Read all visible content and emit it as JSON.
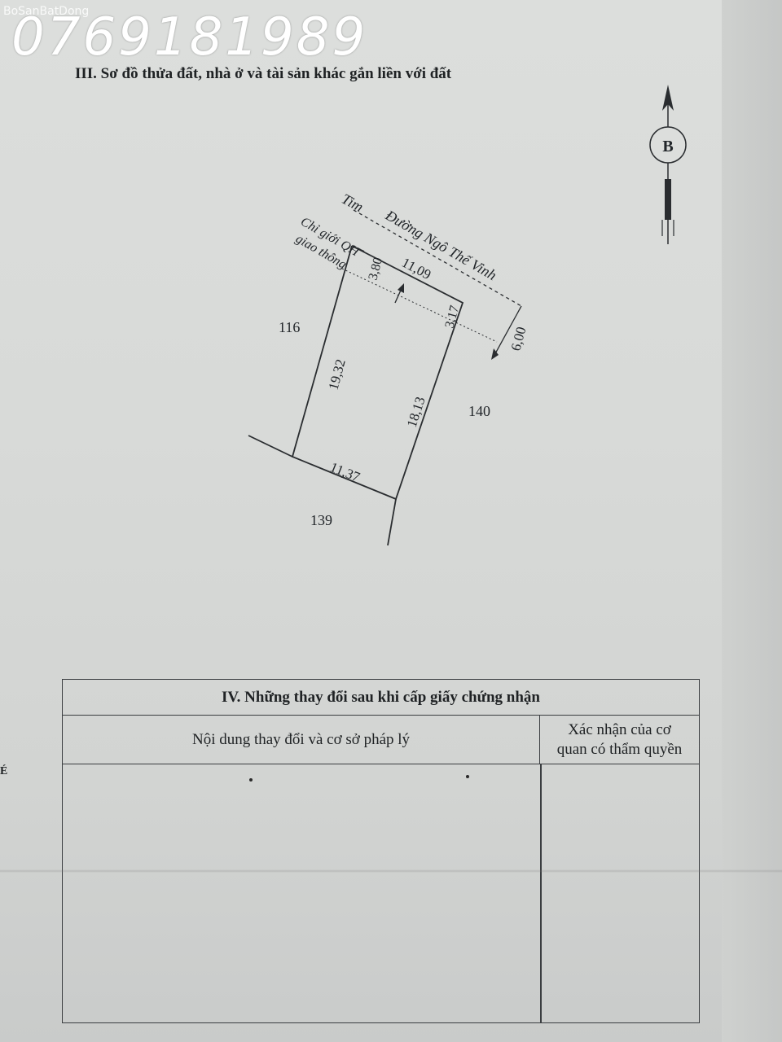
{
  "watermark": {
    "phone": "0769181989",
    "logo": "BoSanBatDong"
  },
  "section3": {
    "title": "III. Sơ đồ thửa đất, nhà ở và tài sản khác gắn liền với đất"
  },
  "compass": {
    "north_letter": "B"
  },
  "plot": {
    "road_center_label": "Tim",
    "road_name": "Đường Ngô Thế Vinh",
    "planning_boundary_line1": "Chỉ giới QH",
    "planning_boundary_line2": "giao thông",
    "dim_road_front": "11,09",
    "dim_left_setback": "3,80",
    "dim_right_setback": "3,17",
    "dim_road_width": "6,00",
    "dim_left_side": "19,32",
    "dim_right_side": "18,13",
    "dim_back": "11,37",
    "parcel_west": "116",
    "parcel_east": "140",
    "parcel_south": "139"
  },
  "section4": {
    "title": "IV. Những thay đổi sau khi cấp giấy chứng nhận",
    "col_content": "Nội dung thay đổi và cơ sở pháp lý",
    "col_confirm_line1": "Xác nhận của cơ",
    "col_confirm_line2": "quan có thẩm quyền"
  },
  "margin_mark": "É"
}
